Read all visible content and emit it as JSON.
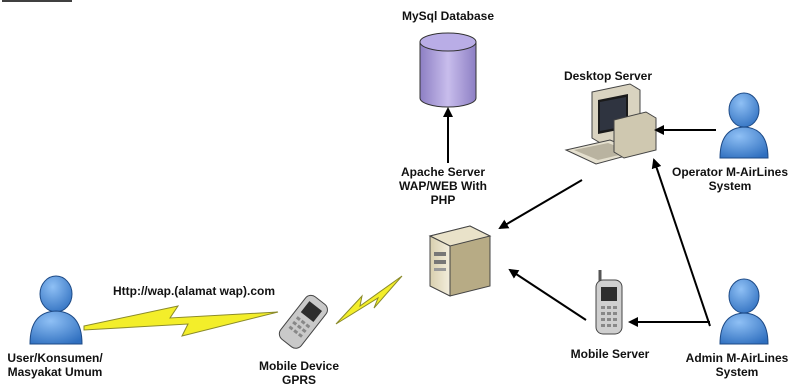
{
  "labels": {
    "database": "MySql Database",
    "apache_line1": "Apache Server",
    "apache_line2": "WAP/WEB With",
    "apache_line3": "PHP",
    "desktop_server": "Desktop Server",
    "operator_line1": "Operator M-AirLines",
    "operator_line2": "System",
    "admin_line1": "Admin M-AirLines",
    "admin_line2": "System",
    "mobile_server": "Mobile Server",
    "url": "Http://wap.(alamat wap).com",
    "user_line1": "User/Konsumen/",
    "user_line2": "Masyakat Umum",
    "mobile_device_line1": "Mobile Device",
    "mobile_device_line2": "GPRS"
  },
  "colors": {
    "person_blue": "#3b7fd0",
    "database_purple": "#a99ad6",
    "lightning_yellow": "#f3ee2a",
    "arrow": "#000000"
  }
}
